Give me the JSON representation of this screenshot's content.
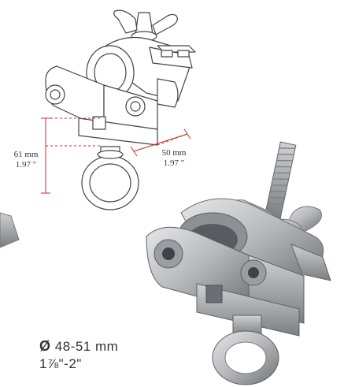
{
  "drawing": {
    "height_mm": "61 mm",
    "height_in": "1.97 ″",
    "width_mm": "50 mm",
    "width_in": "1.97 ″"
  },
  "spec": {
    "diameter_symbol": "Ø",
    "range_mm": "48-51 mm",
    "range_in": "1⅞\"-2\""
  },
  "colors": {
    "dimension_line": "#cc2b2b",
    "line_art": "#444444",
    "metal_light": "#d9dadc",
    "metal_dark": "#6f7276"
  },
  "icons": [
    "clamp-line-drawing",
    "clamp-photo"
  ]
}
